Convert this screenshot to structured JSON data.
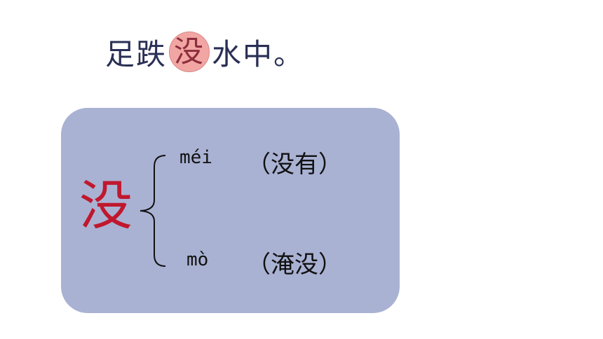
{
  "sentence": {
    "part1": "足跌",
    "highlight": "没",
    "part2": "水中。"
  },
  "panel": {
    "char": "没",
    "readings": [
      {
        "pinyin": "méi",
        "meaning": "（没有）"
      },
      {
        "pinyin": "mò",
        "meaning": "（淹没）"
      }
    ]
  },
  "colors": {
    "sentence_text": "#2a2f55",
    "highlight_fill": "#f2a6a4",
    "highlight_text": "#8c2d3c",
    "panel_bg": "#aab2d3",
    "char_red": "#c0182e"
  }
}
